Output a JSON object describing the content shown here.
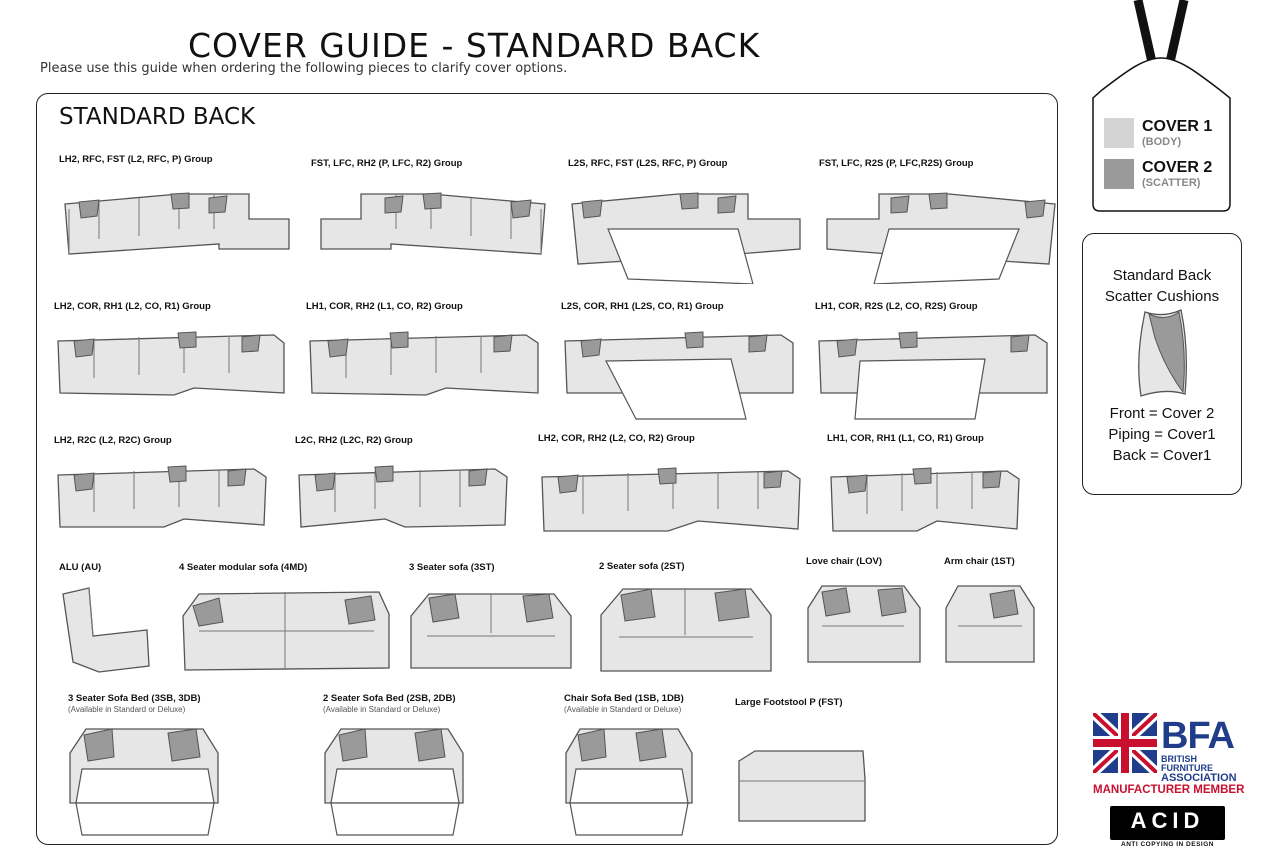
{
  "header": {
    "title": "COVER GUIDE - STANDARD BACK",
    "subtitle": "Please use this guide when ordering the following pieces to clarify cover options."
  },
  "section": {
    "title": "STANDARD BACK"
  },
  "groups": [
    {
      "label": "LH2, RFC, FST (L2, RFC, P) Group"
    },
    {
      "label": "FST, LFC, RH2 (P, LFC, R2) Group"
    },
    {
      "label": "L2S, RFC, FST (L2S, RFC, P) Group"
    },
    {
      "label": "FST, LFC, R2S (P, LFC,R2S) Group"
    },
    {
      "label": "LH2, COR, RH1 (L2, CO, R1) Group"
    },
    {
      "label": "LH1, COR, RH2 (L1, CO, R2) Group"
    },
    {
      "label": "L2S, COR, RH1 (L2S, CO, R1) Group"
    },
    {
      "label": "LH1, COR, R2S (L2, CO, R2S) Group"
    },
    {
      "label": "LH2, R2C (L2, R2C) Group"
    },
    {
      "label": "L2C, RH2 (L2C, R2) Group"
    },
    {
      "label": "LH2, COR, RH2 (L2, CO, R2) Group"
    },
    {
      "label": "LH1, COR, RH1 (L1, CO, R1) Group"
    }
  ],
  "singles": [
    {
      "label": "ALU (AU)"
    },
    {
      "label": "4 Seater modular sofa (4MD)"
    },
    {
      "label": "3 Seater sofa (3ST)"
    },
    {
      "label": "2 Seater sofa (2ST)"
    },
    {
      "label": "Love chair (LOV)"
    },
    {
      "label": "Arm chair (1ST)"
    }
  ],
  "beds": [
    {
      "label": "3 Seater Sofa Bed (3SB, 3DB)",
      "note": "(Available in Standard or Deluxe)"
    },
    {
      "label": "2 Seater Sofa Bed (2SB, 2DB)",
      "note": "(Available in Standard or Deluxe)"
    },
    {
      "label": "Chair Sofa Bed (1SB, 1DB)",
      "note": "(Available in Standard or Deluxe)"
    },
    {
      "label": "Large Footstool P (FST)",
      "note": ""
    }
  ],
  "legend": {
    "cover1": {
      "title": "COVER 1",
      "sub": "(BODY)",
      "color": "#d4d4d4"
    },
    "cover2": {
      "title": "COVER 2",
      "sub": "(SCATTER)",
      "color": "#9a9a9a"
    }
  },
  "scatter": {
    "title_line1": "Standard Back",
    "title_line2": "Scatter Cushions",
    "front": "Front = Cover 2",
    "piping": "Piping = Cover1",
    "back": "Back = Cover1"
  },
  "bfa": {
    "logo": "BFA",
    "line1": "BRITISH FURNITURE",
    "line2": "ASSOCIATION",
    "member": "MANUFACTURER MEMBER"
  },
  "acid": {
    "logo": "ACID",
    "tagline": "ANTI COPYING IN DESIGN"
  },
  "colors": {
    "body": "#e6e6e6",
    "scatter": "#9a9a9a",
    "outline": "#555555"
  }
}
